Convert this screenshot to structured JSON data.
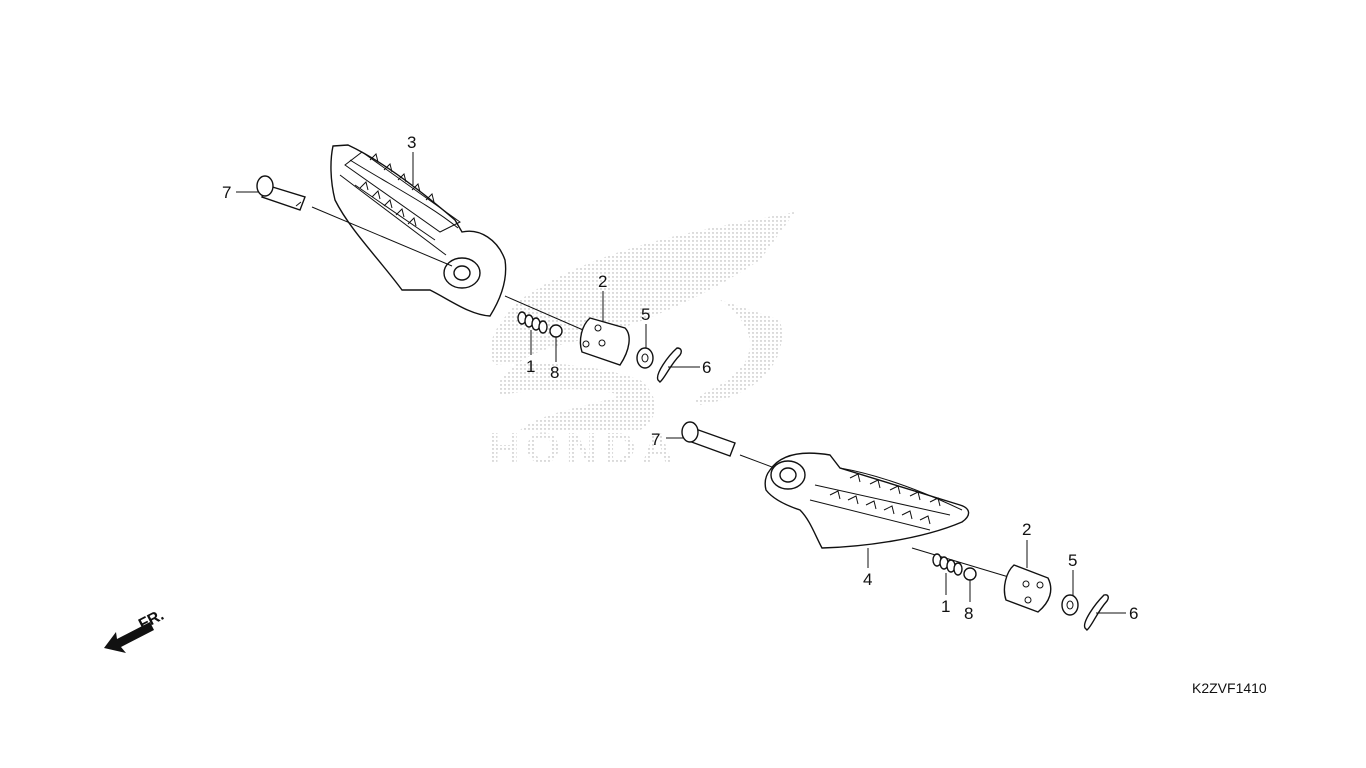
{
  "diagram": {
    "code": "K2ZVF1410",
    "direction_label": "FR.",
    "watermark": "HONDA",
    "callouts": {
      "c1a": "1",
      "c2a": "2",
      "c3": "3",
      "c4": "4",
      "c5a": "5",
      "c6a": "6",
      "c7a": "7",
      "c8a": "8",
      "c1b": "1",
      "c2b": "2",
      "c5b": "5",
      "c6b": "6",
      "c7b": "7",
      "c8b": "8"
    }
  },
  "colors": {
    "line": "#111111",
    "watermark": "#b8b8b8",
    "background": "#ffffff"
  }
}
